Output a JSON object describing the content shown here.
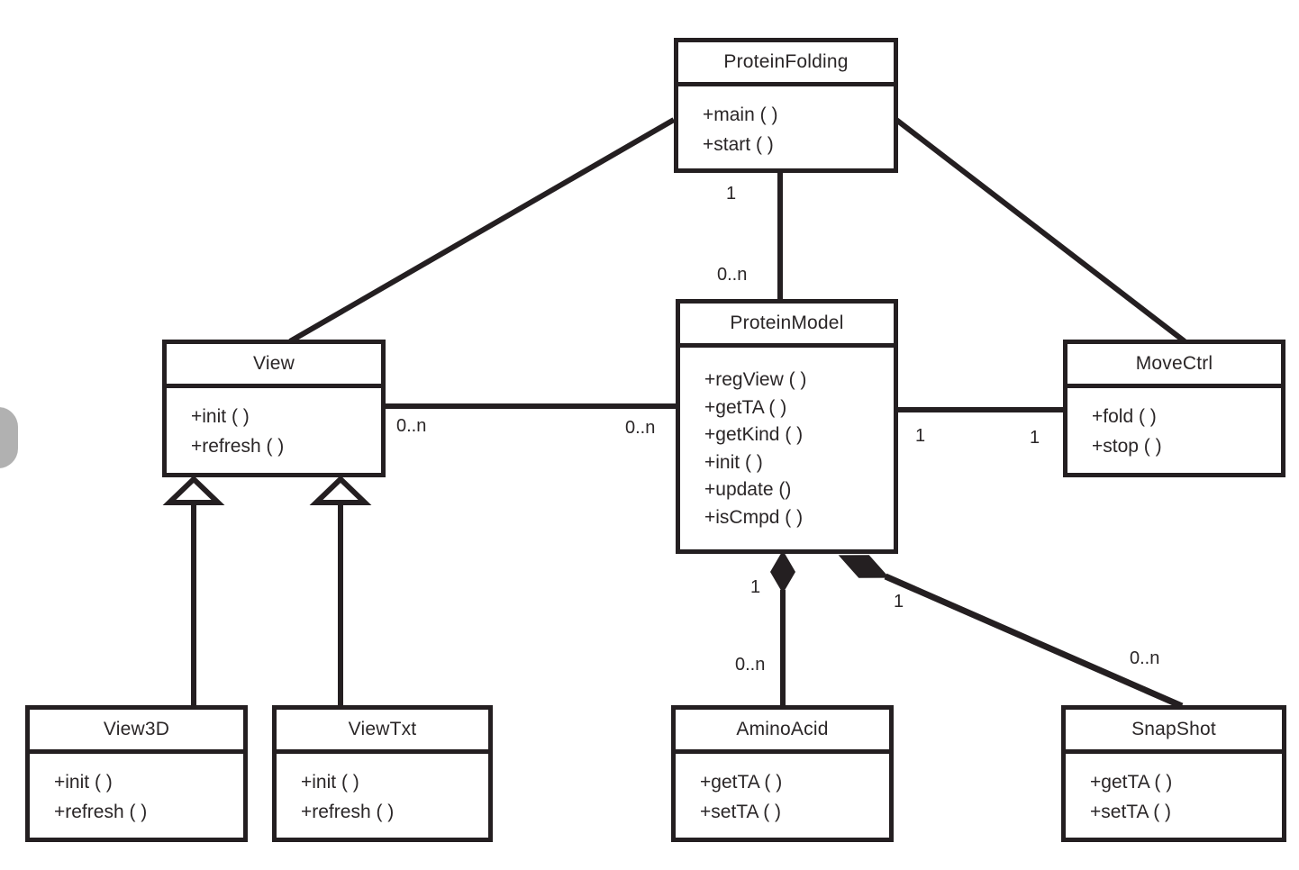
{
  "diagram": {
    "type": "uml-class-diagram",
    "colors": {
      "line": "#241f21",
      "background": "#ffffff",
      "edge_widget": "#b1b1b1"
    },
    "classes": [
      {
        "name": "ProteinFolding",
        "methods": [
          "+main ( )",
          "+start ( )"
        ]
      },
      {
        "name": "View",
        "methods": [
          "+init ( )",
          "+refresh ( )"
        ]
      },
      {
        "name": "ProteinModel",
        "methods": [
          "+regView ( )",
          "+getTA ( )",
          "+getKind ( )",
          "+init ( )",
          "+update ()",
          "+isCmpd ( )"
        ]
      },
      {
        "name": "MoveCtrl",
        "methods": [
          "+fold ( )",
          "+stop ( )"
        ]
      },
      {
        "name": "View3D",
        "methods": [
          "+init ( )",
          "+refresh ( )"
        ]
      },
      {
        "name": "ViewTxt",
        "methods": [
          "+init ( )",
          "+refresh ( )"
        ]
      },
      {
        "name": "AminoAcid",
        "methods": [
          "+getTA ( )",
          "+setTA ( )"
        ]
      },
      {
        "name": "SnapShot",
        "methods": [
          "+getTA ( )",
          "+setTA ( )"
        ]
      }
    ],
    "relationships": [
      {
        "from": "ProteinFolding",
        "to": "View",
        "type": "association"
      },
      {
        "from": "ProteinFolding",
        "to": "ProteinModel",
        "type": "association",
        "from_mult": "1",
        "to_mult": "0..n"
      },
      {
        "from": "ProteinFolding",
        "to": "MoveCtrl",
        "type": "association"
      },
      {
        "from": "View",
        "to": "ProteinModel",
        "type": "association",
        "from_mult": "0..n",
        "to_mult": "0..n"
      },
      {
        "from": "ProteinModel",
        "to": "MoveCtrl",
        "type": "association",
        "from_mult": "1",
        "to_mult": "1"
      },
      {
        "from": "ProteinModel",
        "to": "AminoAcid",
        "type": "composition",
        "from_mult": "1",
        "to_mult": "0..n"
      },
      {
        "from": "ProteinModel",
        "to": "SnapShot",
        "type": "composition",
        "from_mult": "1",
        "to_mult": "0..n"
      },
      {
        "from": "View3D",
        "to": "View",
        "type": "generalization"
      },
      {
        "from": "ViewTxt",
        "to": "View",
        "type": "generalization"
      }
    ]
  }
}
